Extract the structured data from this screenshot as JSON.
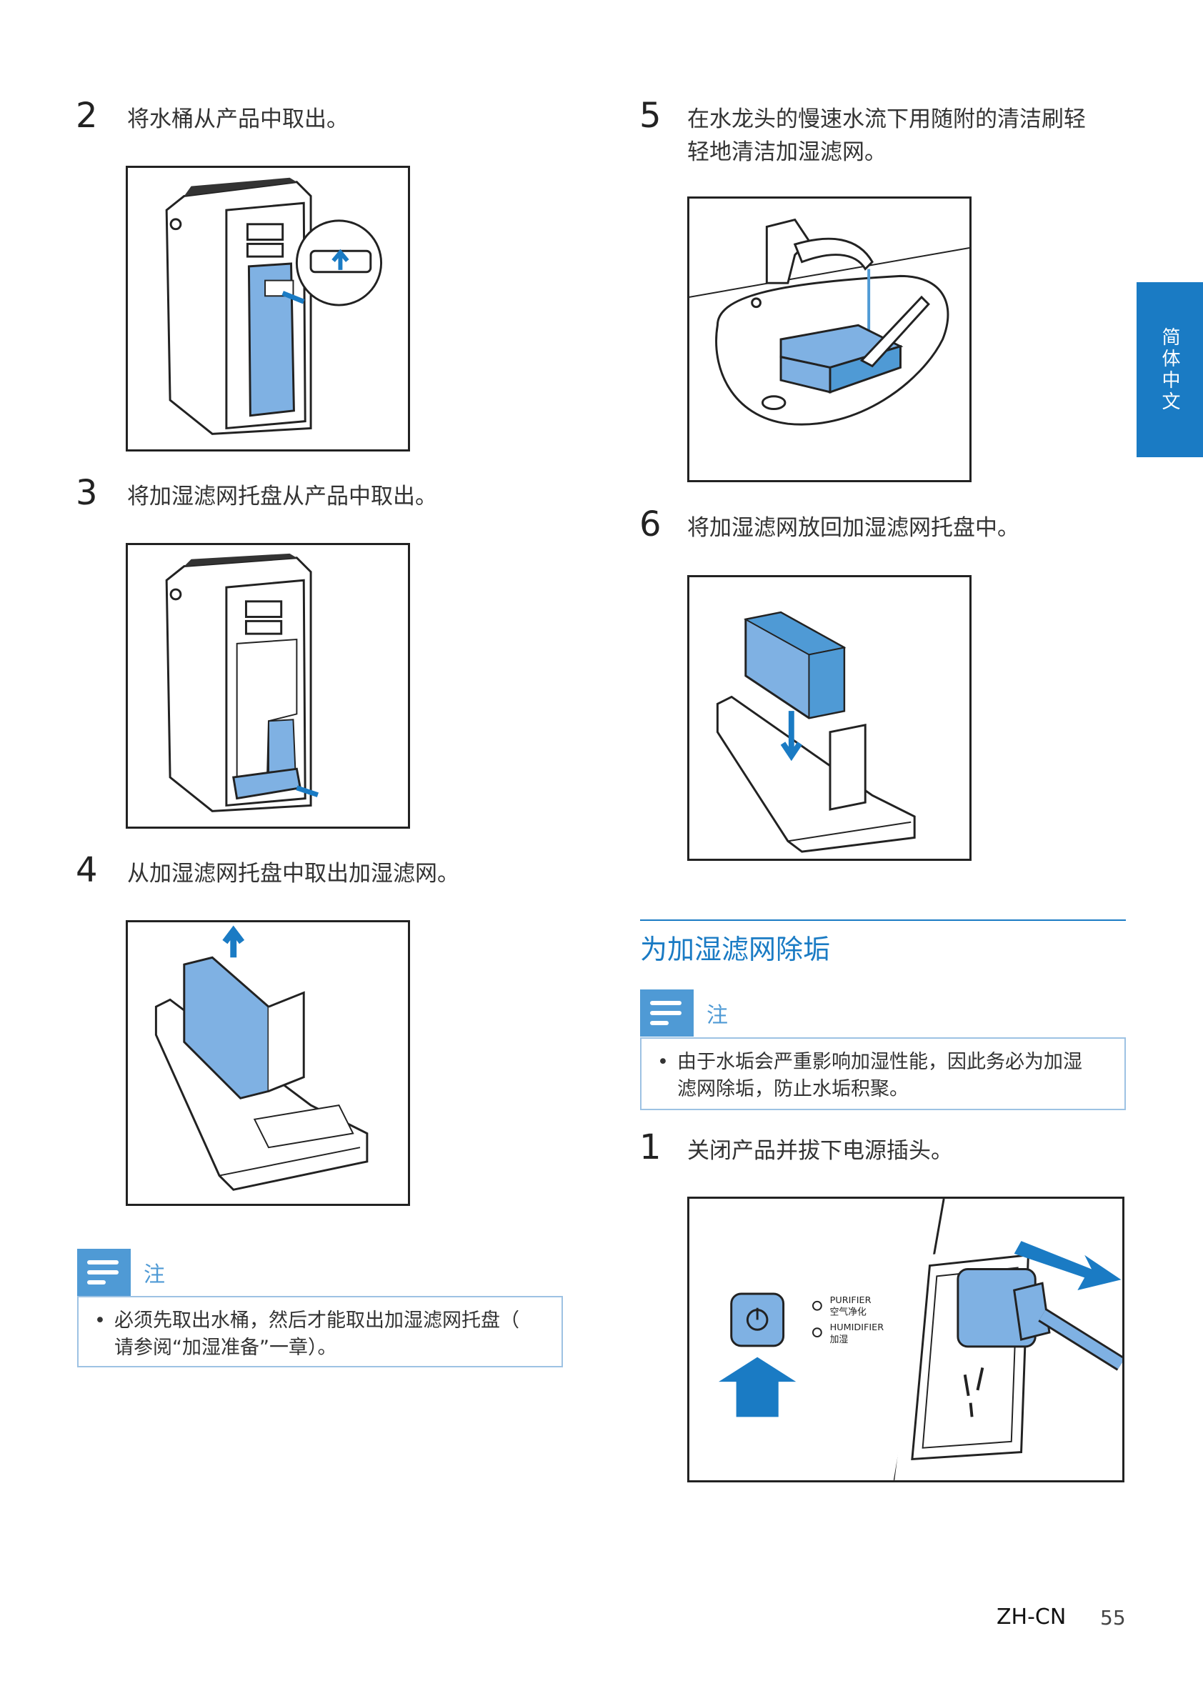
{
  "side_tab": {
    "label": "简体中文"
  },
  "steps": {
    "s2": {
      "number": "2",
      "text": "将水桶从产品中取出。"
    },
    "s3": {
      "number": "3",
      "text": "将加湿滤网托盘从产品中取出。"
    },
    "s4": {
      "number": "4",
      "text": "从加湿滤网托盘中取出加湿滤网。"
    },
    "s5": {
      "number": "5",
      "line1": "在水龙头的慢速水流下用随附的清洁刷轻",
      "line2": "轻地清洁加湿滤网。"
    },
    "s6": {
      "number": "6",
      "text": "将加湿滤网放回加湿滤网托盘中。"
    },
    "s1b": {
      "number": "1",
      "text": "关闭产品并拔下电源插头。"
    }
  },
  "note_left": {
    "label": "注",
    "bullet": "•",
    "line1": "必须先取出水桶，然后才能取出加湿滤网托盘（",
    "line2": "请参阅“加湿准备”一章）。"
  },
  "section": {
    "title": "为加湿滤网除垢"
  },
  "note_right": {
    "label": "注",
    "bullet": "•",
    "line1": "由于水垢会严重影响加湿性能，因此务必为加湿",
    "line2": "滤网除垢，防止水垢积聚。"
  },
  "panel_labels": {
    "purifier_en": "PURIFIER",
    "purifier_zh": "空气净化",
    "humidifier_en": "HUMIDIFIER",
    "humidifier_zh": "加湿"
  },
  "footer": {
    "lang": "ZH-CN",
    "page": "55"
  },
  "colors": {
    "accent": "#1a7bc4",
    "note_blue": "#4f9ad5",
    "part_blue": "#7fb1e3"
  }
}
